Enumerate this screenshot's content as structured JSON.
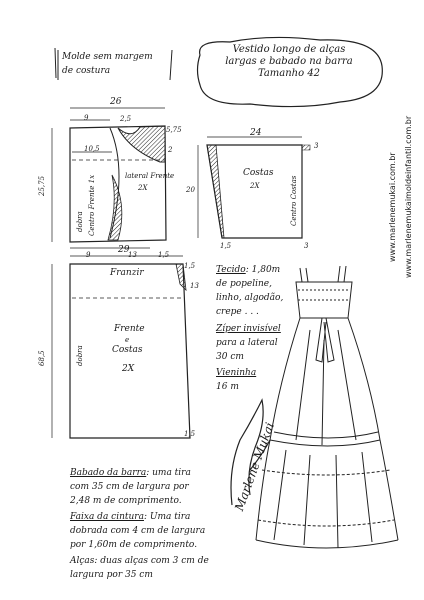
{
  "header": {
    "note_line1": "Molde sem margem",
    "note_line2": "de costura",
    "title_line1": "Vestido longo de alças",
    "title_line2": "largas e babado na barra",
    "title_line3": "Tamanho 42"
  },
  "front_piece": {
    "width_total": "26",
    "top_left": "9",
    "top_mid": "2,5",
    "top_right": "5,75",
    "right_side": "2",
    "inner_width": "10,5",
    "height": "25,75",
    "label_center": "Centro Frente 1x",
    "label_dobra": "dobra",
    "label_lateral": "lateral Frente",
    "label_qty": "2X",
    "bottom_left": "9",
    "bottom_mid": "13",
    "bottom_right": "1,5"
  },
  "back_piece": {
    "width": "24",
    "right_top": "3",
    "height": "20",
    "label": "Costas",
    "label_qty": "2X",
    "label_center": "Centro Costas",
    "bottom_left": "1,5",
    "bottom_right": "3"
  },
  "skirt_piece": {
    "width": "29",
    "right_top": "1,5",
    "right_mid": "13",
    "label_top": "Franzir",
    "height": "68,5",
    "label_dobra": "dobra",
    "label_line1": "Frente",
    "label_line2": "e",
    "label_line3": "Costas",
    "label_qty": "2X",
    "bottom_right": "1,5"
  },
  "materials": {
    "fabric_head": "Tecido",
    "fabric_amount": ": 1,80m",
    "fabric_line2": "de popeline,",
    "fabric_line3": "linho, algodão,",
    "fabric_line4": "crepe . . .",
    "zipper_head": "Zíper invisível",
    "zipper_line2": "para a lateral",
    "zipper_line3": "30 cm",
    "bias_head": "Vieninha",
    "bias_line2": "16 m"
  },
  "instructions": {
    "ruffle_head": "Babado da barra",
    "ruffle_text1": ": uma tira",
    "ruffle_text2": "com 35 cm de largura por",
    "ruffle_text3": "2,48 m de comprimento.",
    "waist_head": "Faixa da cintura",
    "waist_text1": ": Uma tira",
    "waist_text2": "dobrada com 4 cm de largura",
    "waist_text3": "por 1,60m de comprimento.",
    "straps_text1": "Alças: duas alças com 3 cm de",
    "straps_text2": "largura por 35 cm"
  },
  "website": {
    "url1": "www.marlenemukai.com.br",
    "url2": "www.marlenemukaimoldeinfantil.com.br"
  },
  "signature": "Marlene Mukai"
}
